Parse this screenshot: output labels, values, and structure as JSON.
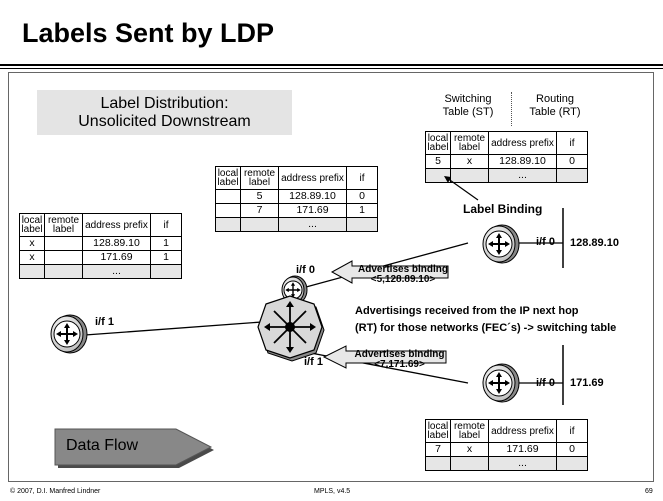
{
  "title": "Labels Sent by LDP",
  "mode_box": {
    "line1": "Label Distribution:",
    "line2": "Unsolicited Downstream"
  },
  "column_headers": {
    "st_1": "Switching",
    "st_2": "Table (ST)",
    "rt_1": "Routing",
    "rt_2": "Table (RT)"
  },
  "table_headers": {
    "local": "local label",
    "remote": "remote label",
    "prefix": "address prefix",
    "if": "if"
  },
  "ellipsis": "...",
  "table_left": [
    {
      "local": "x",
      "remote": "",
      "prefix": "128.89.10",
      "if": "1"
    },
    {
      "local": "x",
      "remote": "",
      "prefix": "171.69",
      "if": "1"
    }
  ],
  "table_mid": [
    {
      "local": "",
      "remote": "5",
      "prefix": "128.89.10",
      "if": "0"
    },
    {
      "local": "",
      "remote": "7",
      "prefix": "171.69",
      "if": "1"
    }
  ],
  "table_top_right": [
    {
      "local": "5",
      "remote": "x",
      "prefix": "128.89.10",
      "if": "0"
    }
  ],
  "table_bottom_right": [
    {
      "local": "7",
      "remote": "x",
      "prefix": "171.69",
      "if": "0"
    }
  ],
  "label_binding": "Label Binding",
  "advert_top": {
    "line1": "Advertises binding",
    "line2": "<5,128.89.10>"
  },
  "advert_bottom": {
    "line1": "Advertises binding",
    "line2": "<7,171.69>"
  },
  "note": {
    "line1": "Advertisings received from the IP next hop",
    "line2": "(RT) for those networks (FEC´s) -> switching table"
  },
  "iface_if0_top": "i/f 0",
  "iface_if1_left": "i/f 1",
  "iface_if0_center": "i/f 0",
  "iface_if1_center": "i/f 1",
  "iface_if0_bottom": "i/f 0",
  "net_top": "128.89.10",
  "net_bottom": "171.69",
  "data_flow": "Data Flow",
  "footer": {
    "left": "© 2007, D.I. Manfred Lindner",
    "center": "MPLS, v4.5",
    "right": "69"
  }
}
